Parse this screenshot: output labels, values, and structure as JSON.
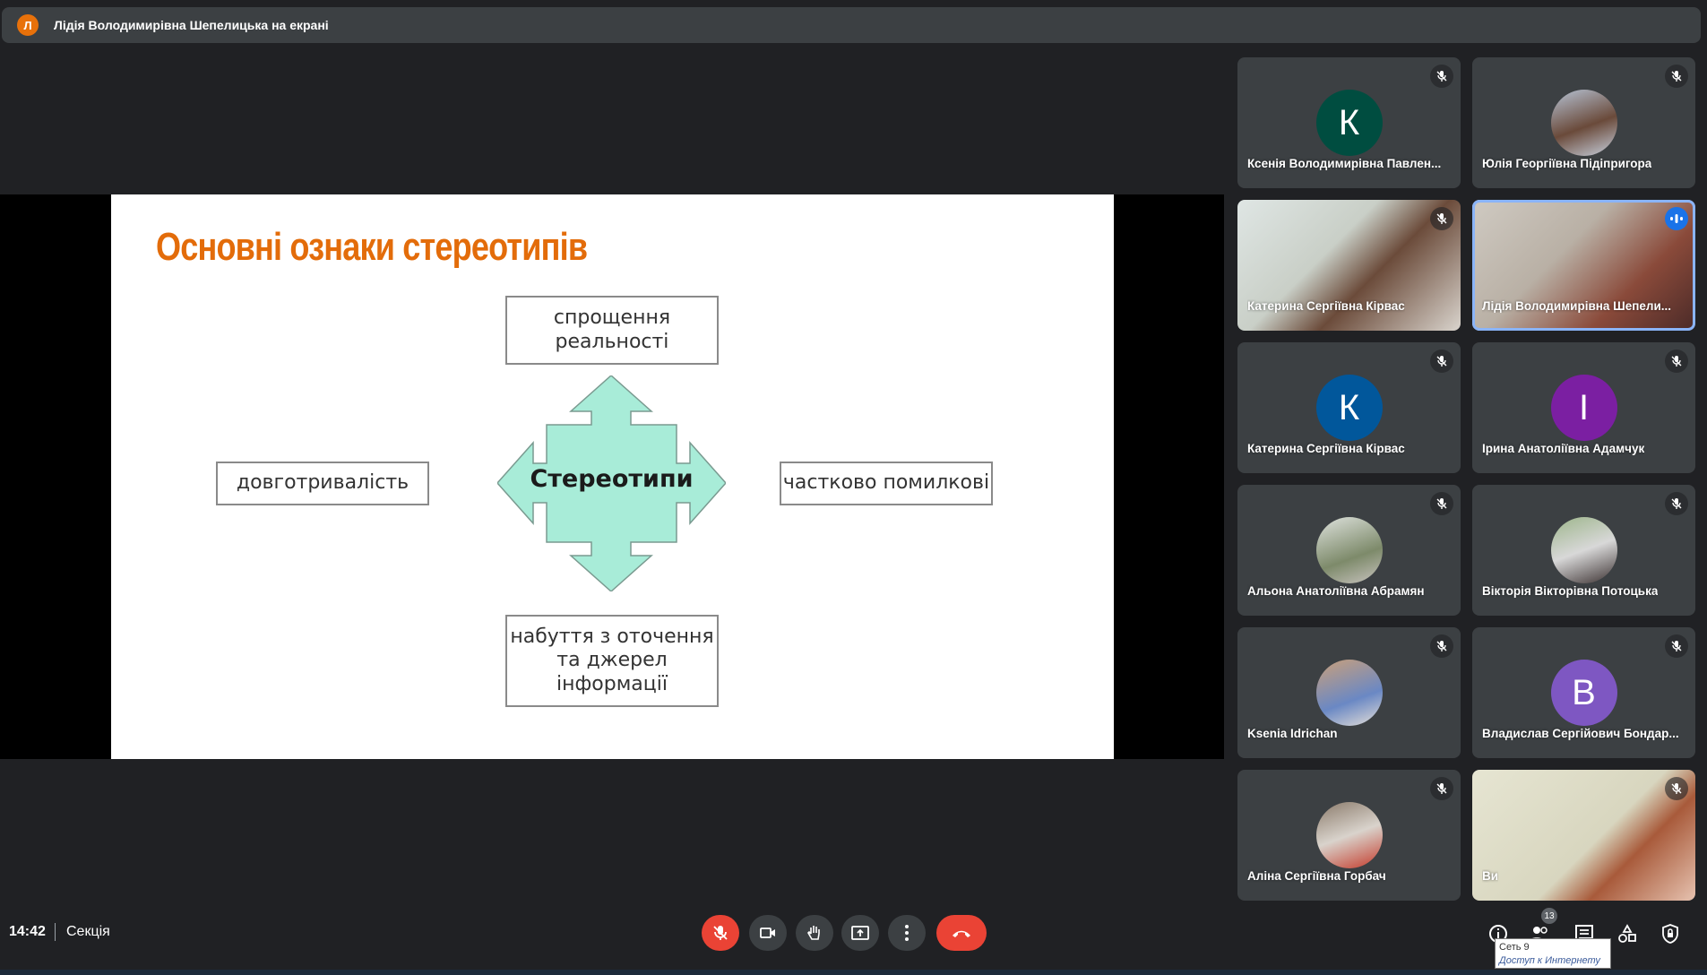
{
  "topbar": {
    "avatar_letter": "Л",
    "title": "Лідія Володимирівна Шепелицька на екрані"
  },
  "slide": {
    "title": "Основні ознаки стереотипів",
    "center": "Стереотипи",
    "top": "спрощення реальності",
    "left": "довготривалість",
    "right": "частково помилкові",
    "bottom": "набуття з оточення та джерел інформації",
    "arrow_color": "#a8ecd8"
  },
  "participants": [
    {
      "name": "Ксенія Володимирівна Павлен...",
      "letter": "К",
      "color": "#004d40",
      "mic": "muted"
    },
    {
      "name": "Юлія Георгіївна Підіпригора",
      "photo": true,
      "mic": "muted"
    },
    {
      "name": "Катерина Сергіївна Кірвас",
      "video": true,
      "mic": "muted"
    },
    {
      "name": "Лідія Володимирівна Шепели...",
      "video": true,
      "mic": "speaking"
    },
    {
      "name": "Катерина Сергіївна Кірвас",
      "letter": "К",
      "color": "#01579b",
      "mic": "muted"
    },
    {
      "name": "Ірина Анатоліївна Адамчук",
      "letter": "І",
      "color": "#7b1fa2",
      "mic": "muted"
    },
    {
      "name": "Альона Анатоліївна Абрамян",
      "photo": true,
      "mic": "muted"
    },
    {
      "name": "Вікторія Вікторівна Потоцька",
      "photo": true,
      "mic": "muted"
    },
    {
      "name": "Ksenia Idrichan",
      "photo": true,
      "mic": "muted"
    },
    {
      "name": "Владислав Сергійович Бондар...",
      "letter": "В",
      "color": "#7e57c2",
      "mic": "muted"
    },
    {
      "name": "Аліна Сергіївна Горбач",
      "photo": true,
      "mic": "muted"
    },
    {
      "name": "Ви",
      "video": true,
      "mic": "muted"
    }
  ],
  "footer": {
    "time": "14:42",
    "meeting": "Секція",
    "people_count": "13"
  },
  "tooltip": {
    "line1": "Сеть 9",
    "line2": "Доступ к Интернету"
  }
}
